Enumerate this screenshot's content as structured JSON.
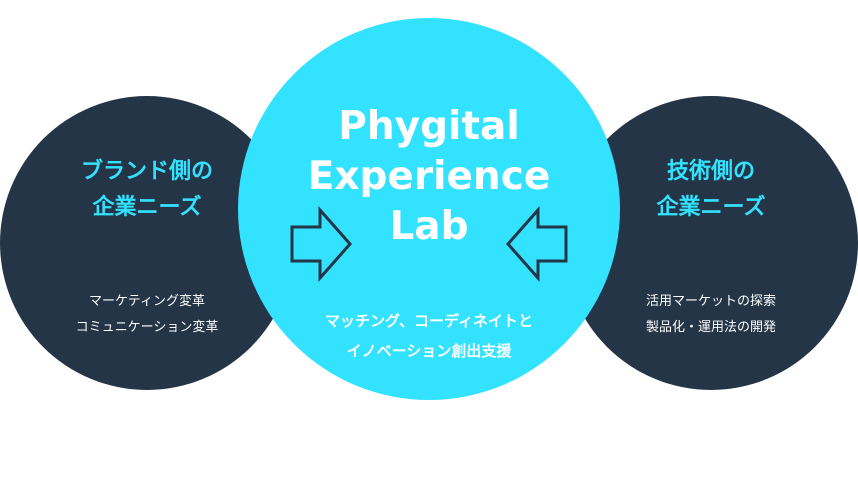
{
  "left": {
    "title": [
      "ブランド側の",
      "企業ニーズ"
    ],
    "items": [
      "マーケティング変革",
      "コミュニケーション変革"
    ]
  },
  "center": {
    "title": [
      "Phygital",
      "Experience",
      "Lab"
    ],
    "items": [
      "マッチング、コーディネイトと",
      "イノベーション創出支援"
    ]
  },
  "right": {
    "title": [
      "技術側の",
      "企業ニーズ"
    ],
    "items": [
      "活用マーケットの探索",
      "製品化・運用法の開発"
    ]
  },
  "colors": {
    "navy": "#233547",
    "cyan": "#33e2ff",
    "white": "#ffffff"
  }
}
